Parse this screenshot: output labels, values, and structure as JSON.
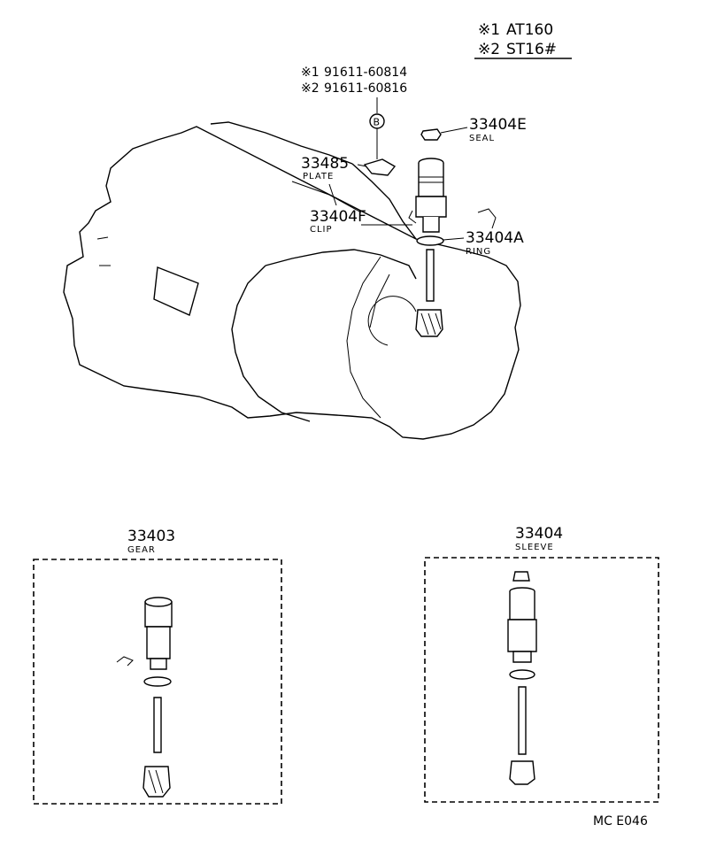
{
  "legend": {
    "note1_mark": "※1",
    "note1_text": "AT160",
    "note2_mark": "※2",
    "note2_text": "ST16#"
  },
  "bolt": {
    "ref1_mark": "※1",
    "ref1_number": "91611-60814",
    "ref2_mark": "※2",
    "ref2_number": "91611-60816",
    "circle_letter": "B"
  },
  "callouts": {
    "seal_number": "33404E",
    "seal_name": "SEAL",
    "plate_number": "33485",
    "plate_name": "PLATE",
    "clip_number": "33404F",
    "clip_name": "CLIP",
    "ring_number": "33404A",
    "ring_name": "RING"
  },
  "gear_box": {
    "number": "33403",
    "name": "GEAR"
  },
  "sleeve_box": {
    "number": "33404",
    "name": "SLEEVE"
  },
  "figure_code": "MC E046"
}
